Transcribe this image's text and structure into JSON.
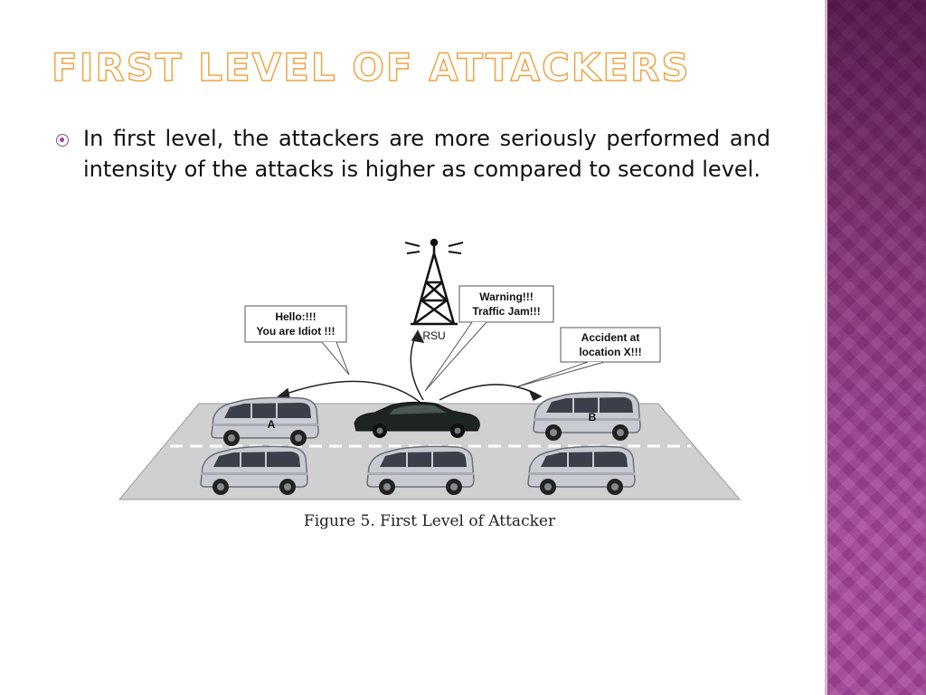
{
  "slide": {
    "title": "FIRST LEVEL OF ATTACKERS",
    "bullets": [
      {
        "text": "In first level, the attackers are more seriously performed and intensity of the attacks is higher as compared to second level."
      }
    ]
  },
  "figure": {
    "rsu_label": "RSU",
    "callout_hello": {
      "line1": "Hello:!!!",
      "line2": "You are Idiot !!!"
    },
    "callout_warning": {
      "line1": "Warning!!!",
      "line2": "Traffic Jam!!!"
    },
    "callout_accident": {
      "line1": "Accident at",
      "line2": "location X!!!"
    },
    "vehicle_a_label": "A",
    "vehicle_b_label": "B",
    "caption": "Figure 5. First Level of Attacker"
  },
  "colors": {
    "accent": "#a0429a",
    "title_outline": "#f0a03a",
    "side_panel": "#a6449a"
  }
}
